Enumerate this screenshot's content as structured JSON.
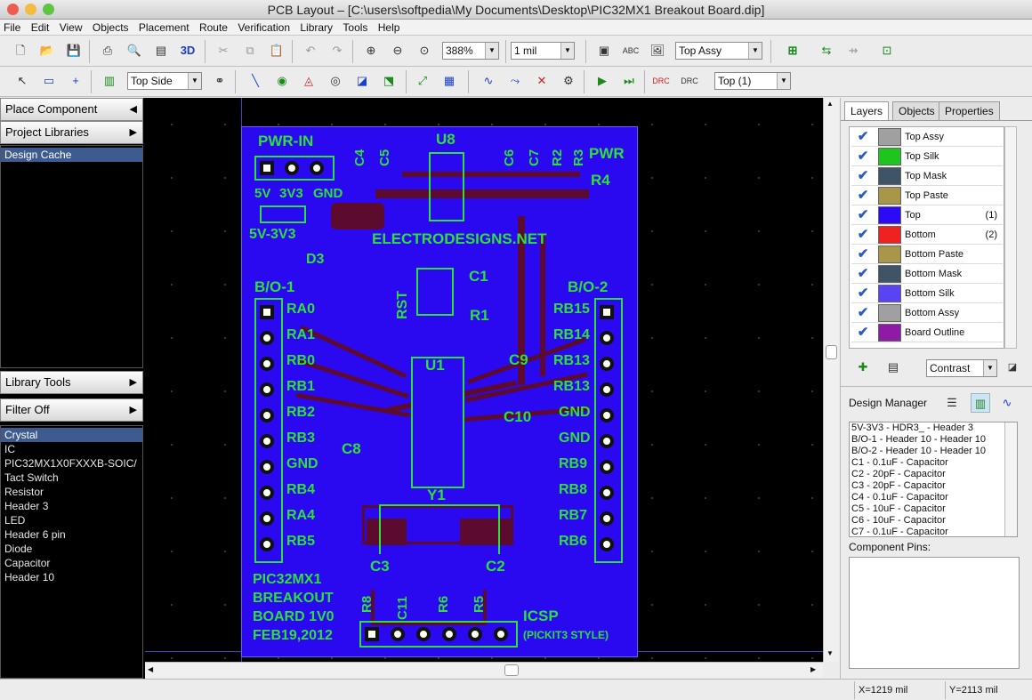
{
  "window": {
    "title": "PCB Layout – [C:\\users\\softpedia\\My Documents\\Desktop\\PIC32MX1 Breakout Board.dip]"
  },
  "menu": [
    "File",
    "Edit",
    "View",
    "Objects",
    "Placement",
    "Route",
    "Verification",
    "Library",
    "Tools",
    "Help"
  ],
  "toolbar1": {
    "btn_3d": "3D",
    "zoom_value": "388%",
    "grid_value": "1 mil",
    "layer_value": "Top Assy"
  },
  "toolbar2": {
    "side_value": "Top Side",
    "route_layer_value": "Top (1)"
  },
  "left": {
    "place_component": "Place Component",
    "project_libraries": "Project Libraries",
    "design_cache": "Design Cache",
    "library_tools": "Library Tools",
    "filter": "Filter Off",
    "components": [
      "Crystal",
      "IC",
      "PIC32MX1X0FXXXB-SOIC/",
      "Tact Switch",
      "Resistor",
      "Header 3",
      "LED",
      "Header 6 pin",
      "Diode",
      "Capacitor",
      "Header 10"
    ]
  },
  "board": {
    "pwr_in": "PWR-IN",
    "u8": "U8",
    "pwr": "PWR",
    "r4": "R4",
    "c4": "C4",
    "c5": "C5",
    "c6": "C6",
    "c7": "C7",
    "r2": "R2",
    "r3": "R3",
    "v5": "5V",
    "v33": "3V3",
    "gnd": "GND",
    "reg": "5V-3V3",
    "d3": "D3",
    "site": "ELECTRODESIGNS.NET",
    "bo1": "B/O-1",
    "bo2": "B/O-2",
    "rst": "RST",
    "c1": "C1",
    "r1": "R1",
    "u1": "U1",
    "c9": "C9",
    "c10": "C10",
    "c8": "C8",
    "y1": "Y1",
    "c3": "C3",
    "c2": "C2",
    "c11": "C11",
    "r8": "R8",
    "r6": "R6",
    "r5": "R5",
    "icsp": "ICSP",
    "pickit": "(PICKIT3 STYLE)",
    "left_pins": [
      "RA0",
      "RA1",
      "RB0",
      "RB1",
      "RB2",
      "RB3",
      "GND",
      "RB4",
      "RA4",
      "RB5"
    ],
    "right_pins": [
      "RB15",
      "RB14",
      "RB13",
      "RB13",
      "GND",
      "GND",
      "RB9",
      "RB8",
      "RB7",
      "RB6"
    ],
    "info": [
      "PIC32MX1",
      "BREAKOUT",
      "BOARD 1V0",
      "FEB19,2012"
    ]
  },
  "right": {
    "tabs": [
      "Layers",
      "Objects",
      "Properties"
    ],
    "layers": [
      {
        "name": "Top Assy",
        "color": "#a0a0a0",
        "num": ""
      },
      {
        "name": "Top Silk",
        "color": "#1ec51e",
        "num": ""
      },
      {
        "name": "Top Mask",
        "color": "#3f5466",
        "num": ""
      },
      {
        "name": "Top Paste",
        "color": "#a89748",
        "num": ""
      },
      {
        "name": "Top",
        "color": "#2b0af5",
        "num": "(1)"
      },
      {
        "name": "Bottom",
        "color": "#ef2121",
        "num": "(2)"
      },
      {
        "name": "Bottom Paste",
        "color": "#a89748",
        "num": ""
      },
      {
        "name": "Bottom Mask",
        "color": "#3f5466",
        "num": ""
      },
      {
        "name": "Bottom Silk",
        "color": "#5a42f5",
        "num": ""
      },
      {
        "name": "Bottom Assy",
        "color": "#a0a0a0",
        "num": ""
      },
      {
        "name": "Board Outline",
        "color": "#8e1aa6",
        "num": ""
      }
    ],
    "contrast": "Contrast",
    "design_manager": "Design Manager",
    "dm_items": [
      "5V-3V3 - HDR3_ - Header 3",
      "B/O-1 - Header 10 - Header 10",
      "B/O-2 - Header 10 - Header 10",
      "C1 - 0.1uF - Capacitor",
      "C2 - 20pF - Capacitor",
      "C3 - 20pF - Capacitor",
      "C4 - 0.1uF - Capacitor",
      "C5 - 10uF - Capacitor",
      "C6 - 10uF - Capacitor",
      "C7 - 0.1uF - Capacitor"
    ],
    "component_pins": "Component Pins:"
  },
  "status": {
    "x": "X=1219 mil",
    "y": "Y=2113 mil"
  }
}
